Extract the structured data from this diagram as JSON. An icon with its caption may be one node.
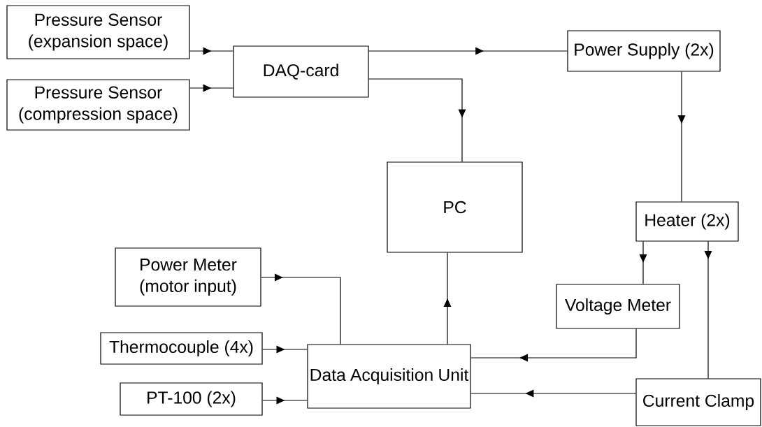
{
  "diagram": {
    "nodes": [
      {
        "text": [
          "Pressure Sensor (expansion space)"
        ]
      },
      {
        "text": [
          "Pressure Sensor (compression space)"
        ]
      },
      {
        "text": [
          "DAQ-card"
        ]
      },
      {
        "text": [
          "Power Supply (2x)"
        ]
      },
      {
        "text": [
          "PC"
        ]
      },
      {
        "text": [
          "Heater (2x)"
        ]
      },
      {
        "text": [
          "Power Meter (motor input)"
        ]
      },
      {
        "text": [
          "Voltage Meter"
        ]
      },
      {
        "text": [
          "Thermocouple (4x)"
        ]
      },
      {
        "text": [
          "Data Acquisition Unit"
        ]
      },
      {
        "text": [
          "PT-100 (2x)"
        ]
      },
      {
        "text": [
          "Current Clamp"
        ]
      }
    ],
    "edges": [
      {
        "from": 0,
        "to": 2,
        "arrow": "to"
      },
      {
        "from": 1,
        "to": 2,
        "arrow": "to"
      },
      {
        "from": 2,
        "to": 3,
        "arrow": "to"
      },
      {
        "from": 2,
        "to": 4,
        "arrow": "to"
      },
      {
        "from": 3,
        "to": 5,
        "arrow": "to"
      },
      {
        "from": 5,
        "to": 7,
        "arrow": "to"
      },
      {
        "from": 5,
        "to": 11,
        "arrow": "to"
      },
      {
        "from": 6,
        "to": 9,
        "arrow": "to"
      },
      {
        "from": 8,
        "to": 9,
        "arrow": "to"
      },
      {
        "from": 10,
        "to": 9,
        "arrow": "to"
      },
      {
        "from": 9,
        "to": 4,
        "arrow": "to"
      },
      {
        "from": 7,
        "to": 9,
        "arrow": "to"
      },
      {
        "from": 11,
        "to": 9,
        "arrow": "to"
      }
    ]
  }
}
